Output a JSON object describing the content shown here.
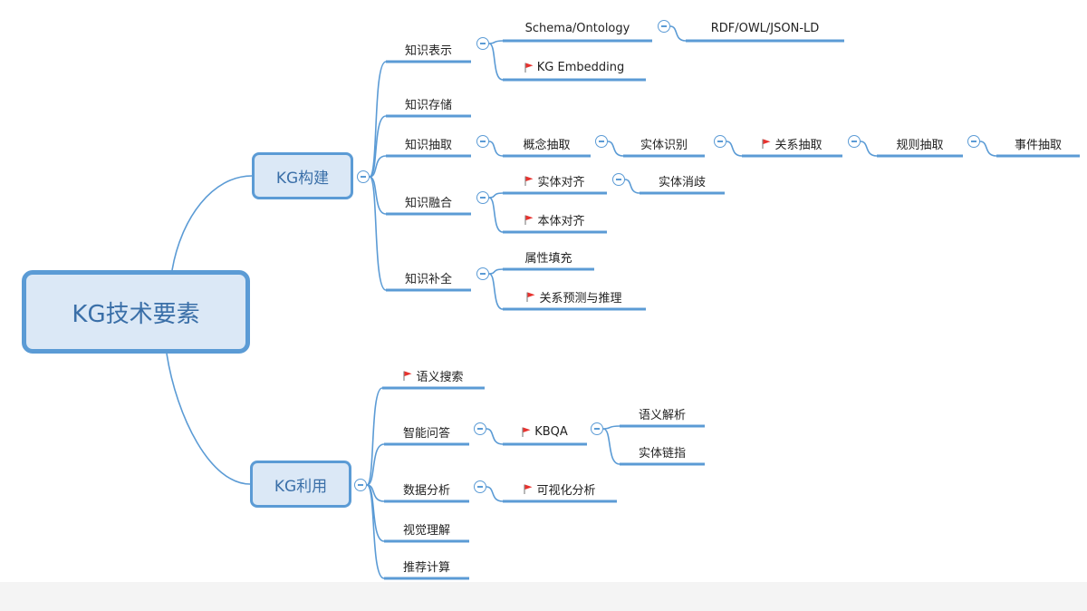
{
  "root": {
    "label": "KG技术要素"
  },
  "branches": [
    {
      "id": "construct",
      "label": "KG构建"
    },
    {
      "id": "use",
      "label": "KG利用"
    }
  ],
  "nodes": [
    {
      "id": "repr",
      "label": "知识表示",
      "parent": "construct"
    },
    {
      "id": "schema",
      "label": "Schema/Ontology",
      "parent": "repr"
    },
    {
      "id": "rdf",
      "label": "RDF/OWL/JSON-LD",
      "parent": "schema"
    },
    {
      "id": "emb",
      "label": "KG Embedding",
      "parent": "repr",
      "flag": true
    },
    {
      "id": "store",
      "label": "知识存储",
      "parent": "construct"
    },
    {
      "id": "extract",
      "label": "知识抽取",
      "parent": "construct"
    },
    {
      "id": "concept",
      "label": "概念抽取",
      "parent": "extract"
    },
    {
      "id": "ner",
      "label": "实体识别",
      "parent": "concept"
    },
    {
      "id": "rel",
      "label": "关系抽取",
      "parent": "ner",
      "flag": true
    },
    {
      "id": "rule",
      "label": "规则抽取",
      "parent": "rel"
    },
    {
      "id": "event",
      "label": "事件抽取",
      "parent": "rule"
    },
    {
      "id": "fusion",
      "label": "知识融合",
      "parent": "construct"
    },
    {
      "id": "align",
      "label": "实体对齐",
      "parent": "fusion",
      "flag": true
    },
    {
      "id": "disamb",
      "label": "实体消歧",
      "parent": "align"
    },
    {
      "id": "onto",
      "label": "本体对齐",
      "parent": "fusion",
      "flag": true
    },
    {
      "id": "complete",
      "label": "知识补全",
      "parent": "construct"
    },
    {
      "id": "attr",
      "label": "属性填充",
      "parent": "complete"
    },
    {
      "id": "relpred",
      "label": "关系预测与推理",
      "parent": "complete",
      "flag": true
    },
    {
      "id": "search",
      "label": "语义搜索",
      "parent": "use",
      "flag": true
    },
    {
      "id": "qa",
      "label": "智能问答",
      "parent": "use"
    },
    {
      "id": "kbqa",
      "label": "KBQA",
      "parent": "qa",
      "flag": true
    },
    {
      "id": "parse",
      "label": "语义解析",
      "parent": "kbqa"
    },
    {
      "id": "link",
      "label": "实体链指",
      "parent": "kbqa"
    },
    {
      "id": "analysis",
      "label": "数据分析",
      "parent": "use"
    },
    {
      "id": "vis",
      "label": "可视化分析",
      "parent": "analysis",
      "flag": true
    },
    {
      "id": "vision",
      "label": "视觉理解",
      "parent": "use"
    },
    {
      "id": "rec",
      "label": "推荐计算",
      "parent": "use"
    }
  ],
  "colors": {
    "line": "#5b9bd5",
    "branch_fill": "#dbe8f6",
    "branch_text": "#3a6fa8",
    "flag": "#e8322e"
  },
  "icons": {
    "flag": "red-flag-icon",
    "toggle": "collapse-toggle-icon"
  }
}
